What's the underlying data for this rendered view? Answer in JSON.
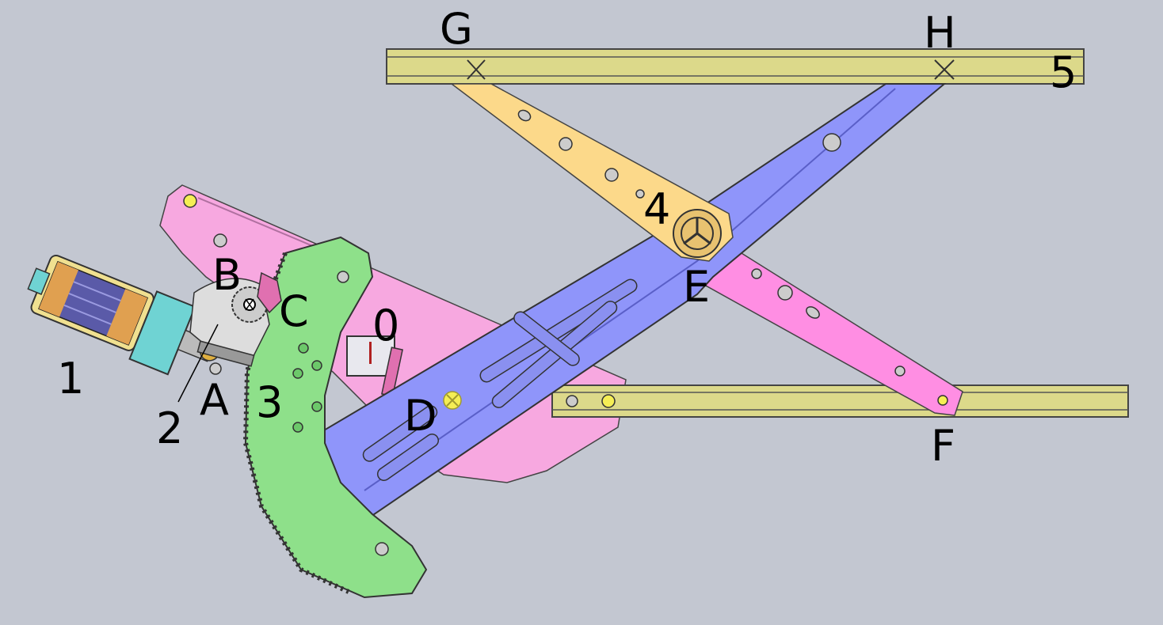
{
  "diagram": {
    "labels": {
      "n0": "0",
      "n1": "1",
      "n2": "2",
      "n3": "3",
      "n4": "4",
      "n5": "5",
      "A": "A",
      "B": "B",
      "C": "C",
      "D": "D",
      "E": "E",
      "F": "F",
      "G": "G",
      "H": "H"
    },
    "colors": {
      "background": "#c3c7d1",
      "base_plate": "#f7a8e0",
      "sector_gear": "#8ee08a",
      "main_arm": "#8f95fa",
      "upper_arm": "#fcd98a",
      "lower_arm": "#ff8ee3",
      "rails": "#dcd98a",
      "motor_body": "#5a5aa8",
      "motor_housing": "#6fd3d3",
      "motor_copper": "#e0a050",
      "pivot_marker": "#f5ee55"
    }
  }
}
